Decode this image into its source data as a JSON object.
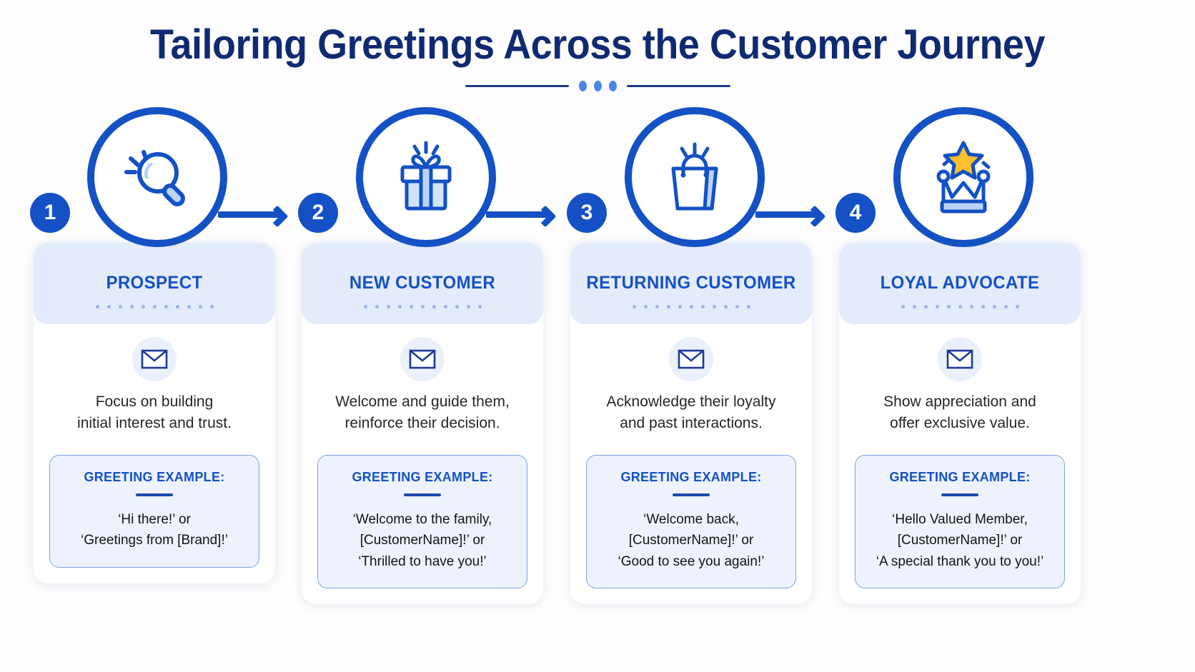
{
  "header": {
    "title": "Tailoring Greetings Across the Customer Journey",
    "divider_dots": 3
  },
  "colors": {
    "primary_blue": "#1351c4",
    "navy": "#102a72",
    "accent_light_blue": "#b9d4f5",
    "header_bg": "#e4ebfb",
    "example_bg": "#edf2fd",
    "example_border": "#7da4e0",
    "star_gold": "#fbc02d",
    "page_bg": "#fdfdfd"
  },
  "steps": [
    {
      "number": "1",
      "icon": "magnifying-glass-icon",
      "title": "PROSPECT",
      "description": "Focus on building\ninitial interest and trust.",
      "description_lines": [
        "Focus on building",
        "initial interest and trust."
      ],
      "mail_icon": "envelope-icon",
      "example_heading": "GREETING EXAMPLE:",
      "example_lines": [
        "‘Hi there!’ or",
        "‘Greetings from [Brand]!’"
      ]
    },
    {
      "number": "2",
      "icon": "gift-box-icon",
      "title": "NEW CUSTOMER",
      "description": "Welcome and guide them,\nreinforce their decision.",
      "description_lines": [
        "Welcome and guide them,",
        "reinforce their decision."
      ],
      "mail_icon": "envelope-icon",
      "example_heading": "GREETING EXAMPLE:",
      "example_lines": [
        "‘Welcome to the family,",
        "[CustomerName]!’ or",
        "‘Thrilled to have you!’"
      ]
    },
    {
      "number": "3",
      "icon": "shopping-bag-icon",
      "title": "RETURNING CUSTOMER",
      "description": "Acknowledge their loyalty\nand past interactions.",
      "description_lines": [
        "Acknowledge their loyalty",
        "and past interactions."
      ],
      "mail_icon": "envelope-icon",
      "example_heading": "GREETING EXAMPLE:",
      "example_lines": [
        "‘Welcome back,",
        "[CustomerName]!’ or",
        "‘Good to see you again!’"
      ]
    },
    {
      "number": "4",
      "icon": "crown-star-icon",
      "title": "LOYAL ADVOCATE",
      "description": "Show appreciation and\noffer exclusive value.",
      "description_lines": [
        "Show appreciation and",
        "offer exclusive value."
      ],
      "mail_icon": "envelope-icon",
      "example_heading": "GREETING EXAMPLE:",
      "example_lines": [
        "‘Hello Valued Member,",
        "[CustomerName]!’ or",
        "‘A special thank you to you!’"
      ]
    }
  ],
  "arrows": [
    {
      "name": "arrow-step1-to-step2"
    },
    {
      "name": "arrow-step2-to-step3"
    },
    {
      "name": "arrow-step3-to-step4"
    }
  ]
}
